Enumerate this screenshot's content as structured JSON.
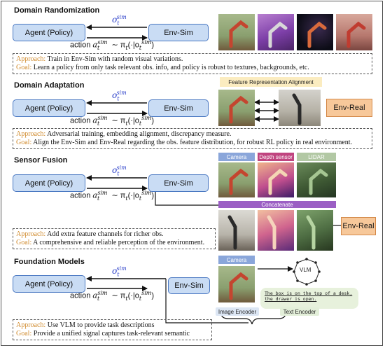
{
  "sections": [
    {
      "title": "Domain Randomization",
      "agent_label": "Agent (Policy)",
      "sim_label": "Env-Sim",
      "approach_key": "Approach:",
      "approach_text": "Train in Env-Sim with random visual variations.",
      "goal_key": "Goal:",
      "goal_text": "Learn a policy from only task relevant obs. info, and policy is robust to textures, backgrounds, etc."
    },
    {
      "title": "Domain Adaptation",
      "agent_label": "Agent (Policy)",
      "sim_label": "Env-Sim",
      "real_label": "Env-Real",
      "alignment_label": "Feature Representation Alignment",
      "approach_key": "Approach:",
      "approach_text": "Adversarial training, embedding alignment, discrepancy measure.",
      "goal_key": "Goal:",
      "goal_text": "Align the Env-Sim and Env-Real regarding the obs. feature distribution, for robust RL policy in real environment."
    },
    {
      "title": "Sensor Fusion",
      "agent_label": "Agent (Policy)",
      "sim_label": "Env-Sim",
      "real_label": "Env-Real",
      "camera_label": "Camera",
      "depth_label": "Depth sensor",
      "lidar_label": "LIDAR",
      "concat_label": "Concatenate",
      "approach_key": "Approach:",
      "approach_text": "Add extra feature channels for richer obs.",
      "goal_key": "Goal:",
      "goal_text": "A comprehensive and reliable perception of the environment."
    },
    {
      "title": "Foundation Models",
      "agent_label": "Agent (Policy)",
      "sim_label": "Env-Sim",
      "camera_label": "Camera",
      "vlm_label": "VLM",
      "speech": "The box is on the top of a desk, the drawer is open.",
      "image_encoder": "Image Encoder",
      "text_encoder": "Text Encoder",
      "approach_key": "Approach:",
      "approach_text": "Use VLM to provide task descriptions",
      "goal_key": "Goal:",
      "goal_text": "Provide a unified signal captures task-relevant semantic"
    }
  ],
  "obs_symbol": "o",
  "obs_sub": "t",
  "obs_sup": "sim",
  "action_word": "action",
  "action_symbol": "a",
  "action_policy": "∼ π",
  "action_cond": "(·|o",
  "colors": {
    "agent_fill": "#c9dcf4",
    "agent_border": "#4a78c2",
    "real_fill": "#f7c89a",
    "symbol_blue": "#2b3fc9",
    "approach_orange": "#d08a2c",
    "camera_tag": "#8aa6da",
    "depth_tag": "#c0447f",
    "lidar_tag": "#b2c8a4",
    "concat_bar": "#9b5fc4",
    "alignment_bar": "#fbecc0",
    "encoder_blue": "#dce6f4",
    "encoder_green": "#e3efd9"
  }
}
